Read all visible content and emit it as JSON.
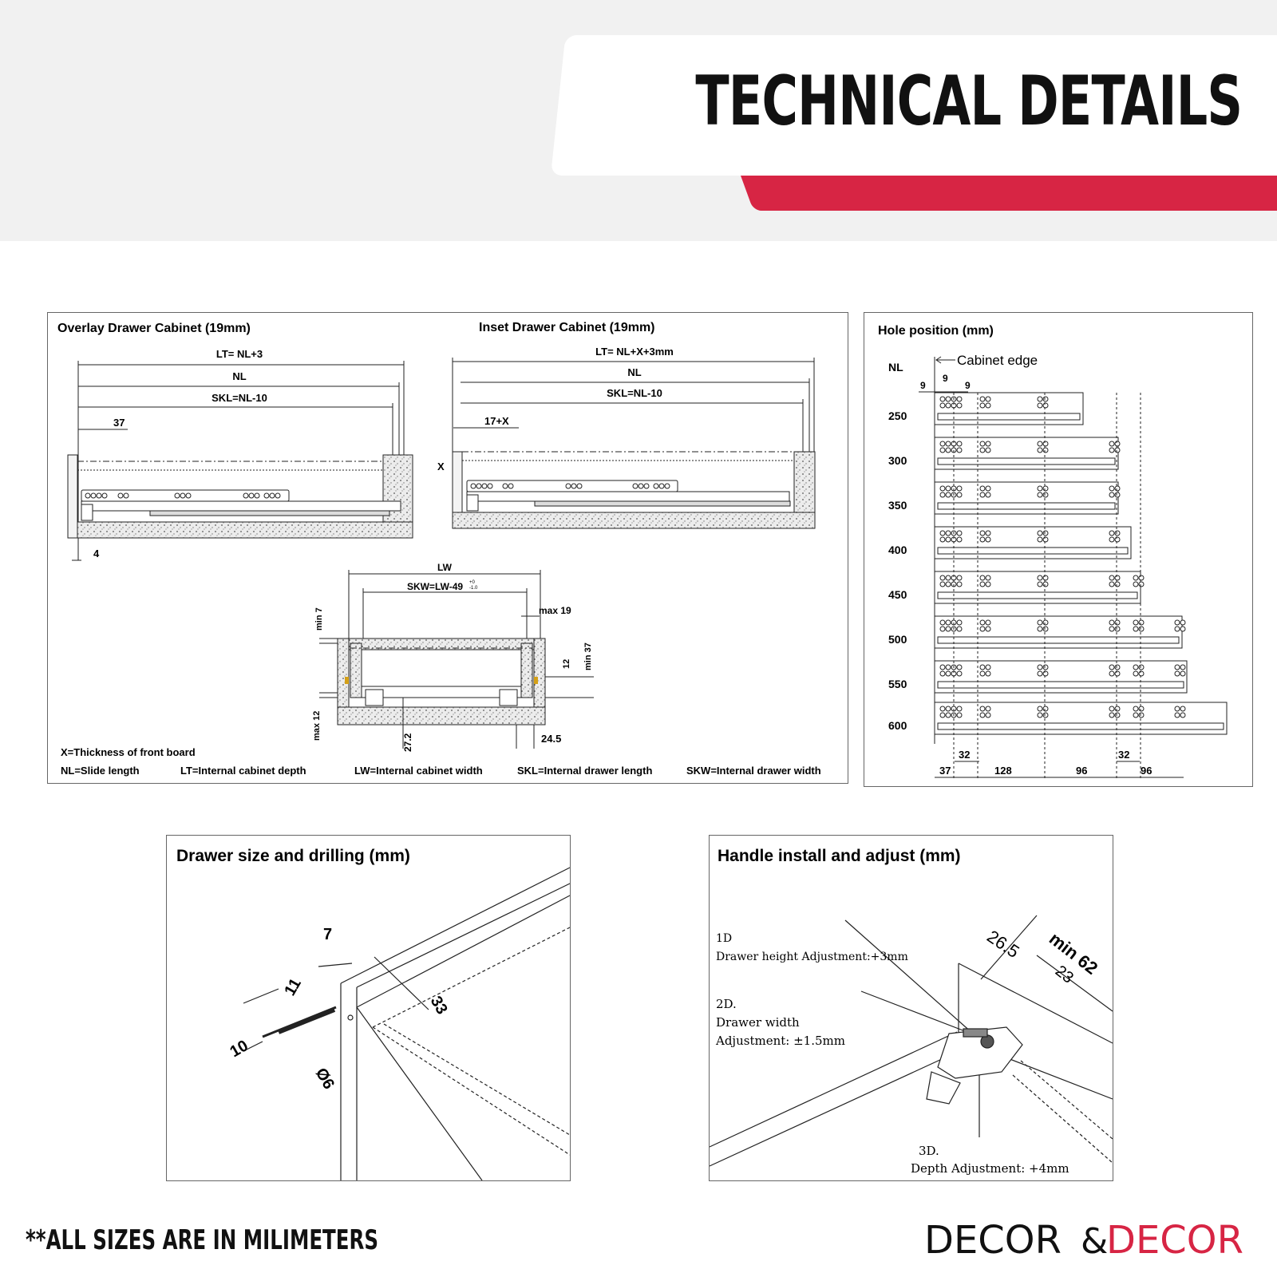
{
  "header": {
    "title": "TECHNICAL DETAILS"
  },
  "cabinet_panel": {
    "overlay_title": "Overlay Drawer Cabinet (19mm)",
    "inset_title": "Inset Drawer Cabinet (19mm)",
    "overlay_dims": {
      "lt": "LT= NL+3",
      "nl": "NL",
      "skl": "SKL=NL-10",
      "d37": "37",
      "d4": "4"
    },
    "inset_dims": {
      "lt": "LT= NL+X+3mm",
      "nl": "NL",
      "skl": "SKL=NL-10",
      "d17": "17+X",
      "x": "X"
    },
    "cross_dims": {
      "lw": "LW",
      "skw": "SKW=LW-49",
      "skw_tol_top": "+0",
      "skw_tol_bot": "-1.0",
      "max19": "max 19",
      "min7": "min 7",
      "min37": "min 37",
      "d12": "12",
      "max12": "max 12",
      "d272": "27.2",
      "d245": "24.5"
    },
    "legend": {
      "x": "X=Thickness of front board",
      "nl": "NL=Slide length",
      "lt": "LT=Internal cabinet depth",
      "lw": "LW=Internal cabinet width",
      "skl": "SKL=Internal drawer length",
      "skw": "SKW=Internal drawer width"
    }
  },
  "hole_panel": {
    "title": "Hole position (mm)",
    "nl_label": "NL",
    "edge_label": "Cabinet edge",
    "top_dims": [
      "9",
      "9",
      "9"
    ],
    "rows": [
      "250",
      "300",
      "350",
      "400",
      "450",
      "500",
      "550",
      "600"
    ],
    "bottom_dims": {
      "d37": "37",
      "d32a": "32",
      "d128": "128",
      "d96a": "96",
      "d32b": "32",
      "d96b": "96"
    }
  },
  "drilling_panel": {
    "title": "Drawer size and drilling (mm)",
    "dims": {
      "d7": "7",
      "d11": "11",
      "d10": "10",
      "d33": "33",
      "d6": "Ø6"
    }
  },
  "handle_panel": {
    "title": "Handle install and adjust (mm)",
    "note1_num": "1D",
    "note1_text": "Drawer height Adjustment:+3mm",
    "note2_num": "2D.",
    "note2_line1": "Drawer width",
    "note2_line2": "Adjustment: ±1.5mm",
    "note3_num": "3D.",
    "note3_text": "Depth Adjustment: +4mm",
    "dims": {
      "d265": "26.5",
      "min62": "min 62",
      "d23": "23"
    }
  },
  "footer": {
    "note": "**ALL SIZES ARE IN MILIMETERS",
    "brand_left": "DECOR",
    "brand_amp": "&",
    "brand_right": "DECOR",
    "brand_left_color": "#111111",
    "brand_right_color": "#d72544"
  },
  "colors": {
    "accent": "#d72544",
    "band": "#f1f1f1"
  }
}
